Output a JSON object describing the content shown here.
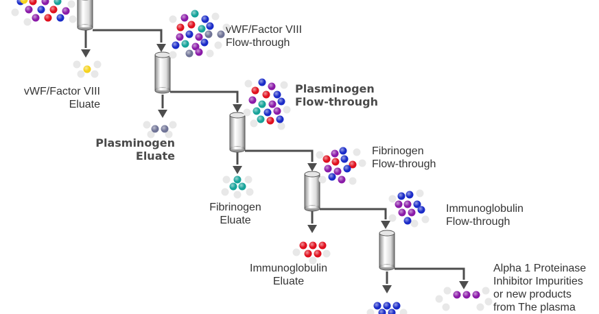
{
  "labels": {
    "vwf_flow": "vWF/Factor VIII\nFlow-through",
    "vwf_eluate": "vWF/Factor VIII\nEluate",
    "plasminogen_flow": "Plasminogen\nFlow-through",
    "plasminogen_eluate": "Plasminogen\nEluate",
    "fibrinogen_flow": "Fibrinogen\nFlow-through",
    "fibrinogen_eluate": "Fibrinogen\nEluate",
    "immunoglobulin_flow": "Immunoglobulin\nFlow-through",
    "immunoglobulin_eluate": "Immunoglobulin\nEluate",
    "alpha1": "Alpha 1 Proteinase\nInhibitor Impurities\nor new products\nfrom The plasma"
  },
  "colors": {
    "blue": "#1a2bc8",
    "red": "#e0101e",
    "purple": "#8a1aa8",
    "teal": "#17a39a",
    "gray": "#6f7396",
    "yellow": "#f5d21c",
    "line": "#4d4d4d"
  }
}
